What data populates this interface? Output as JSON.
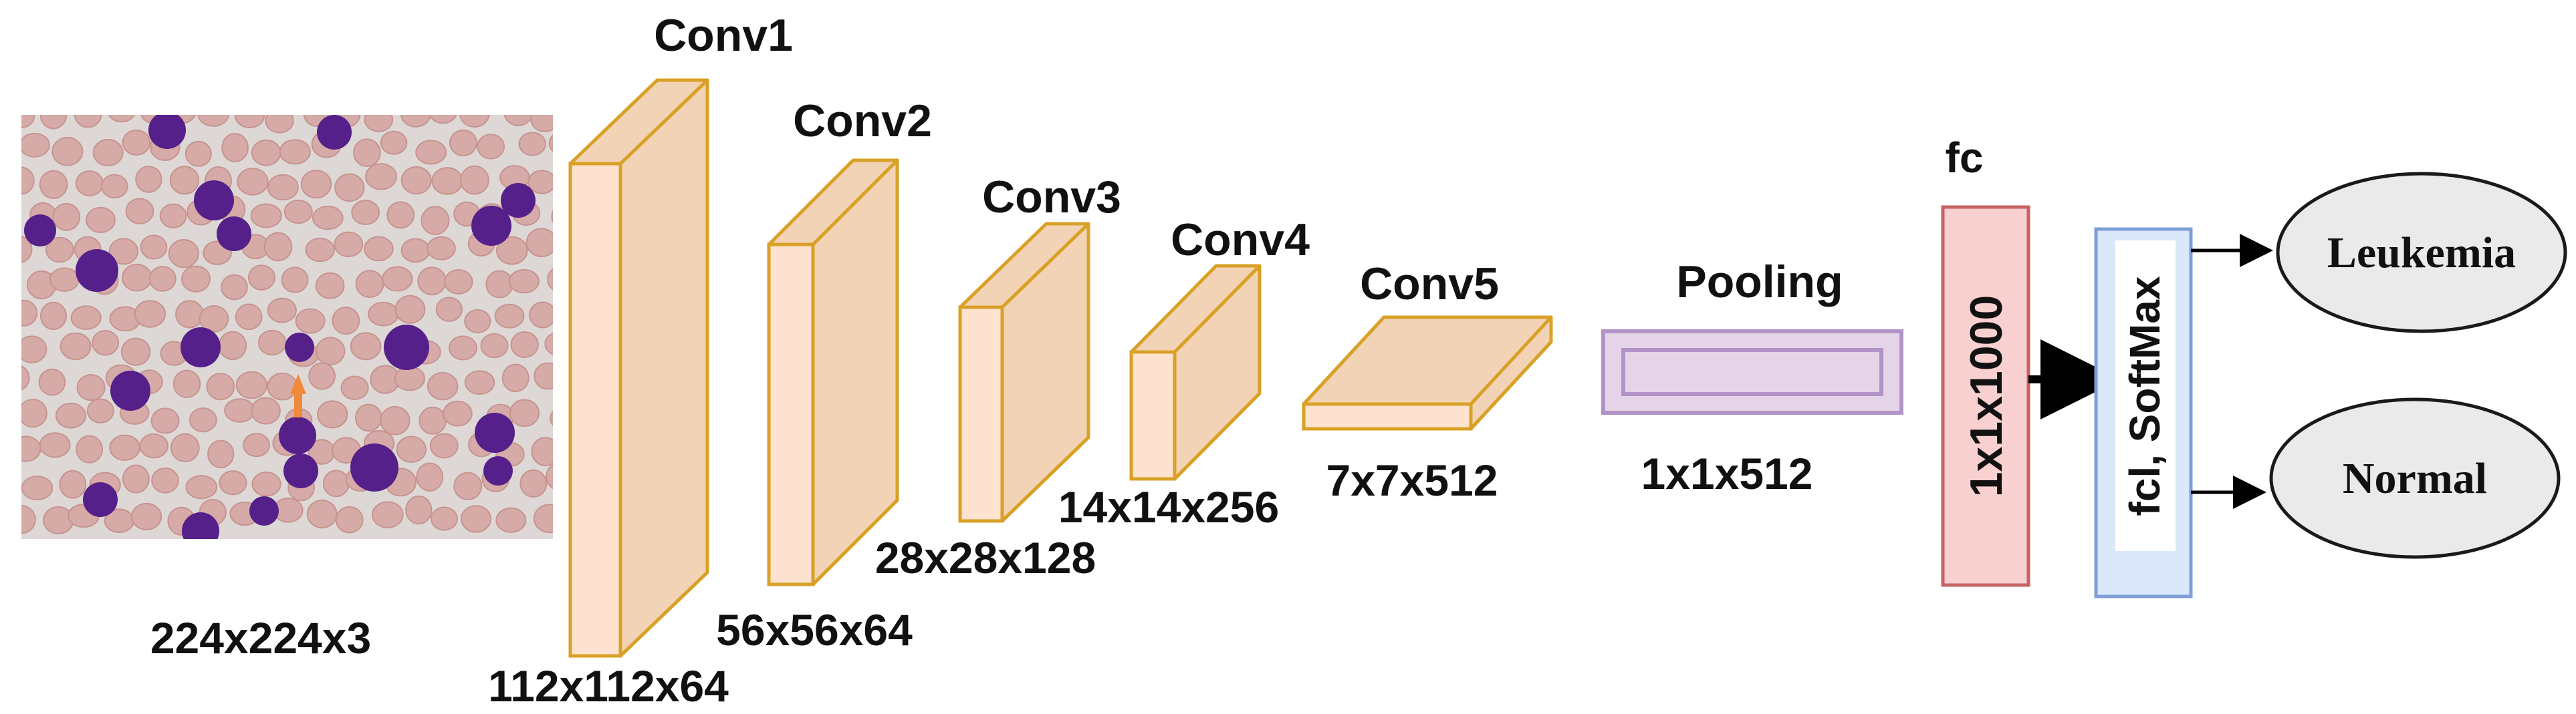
{
  "input": {
    "size_label": "224x224x3",
    "cell_colors": {
      "rbc": "#d6aaa6",
      "wbc": "#55208a",
      "background": "#ddd8d6"
    }
  },
  "conv_layers": [
    {
      "name": "Conv1",
      "size": "112x112x64"
    },
    {
      "name": "Conv2",
      "size": "56x56x64"
    },
    {
      "name": "Conv3",
      "size": "28x28x128"
    },
    {
      "name": "Conv4",
      "size": "14x14x256"
    },
    {
      "name": "Conv5",
      "size": "7x7x512"
    }
  ],
  "pooling": {
    "name": "Pooling",
    "size": "1x1x512"
  },
  "fc": {
    "name": "fc",
    "size": "1x1x1000"
  },
  "softmax": {
    "label": "fcl, SoftMax"
  },
  "outputs": [
    {
      "label": "Leukemia"
    },
    {
      "label": "Normal"
    }
  ],
  "colors": {
    "conv_face": "#fde2cf",
    "conv_side": "#f3d3b6",
    "conv_stroke": "#d8a126",
    "pool_fill": "#e5d3e8",
    "pool_stroke": "#b193c6",
    "fc_fill": "#f8d0d0",
    "fc_stroke": "#c86262",
    "softmax_fill": "#dbe8fa",
    "softmax_stroke": "#7c9fd6",
    "ellipse_fill": "#eaeaea",
    "ellipse_stroke": "#1a1a1a"
  }
}
